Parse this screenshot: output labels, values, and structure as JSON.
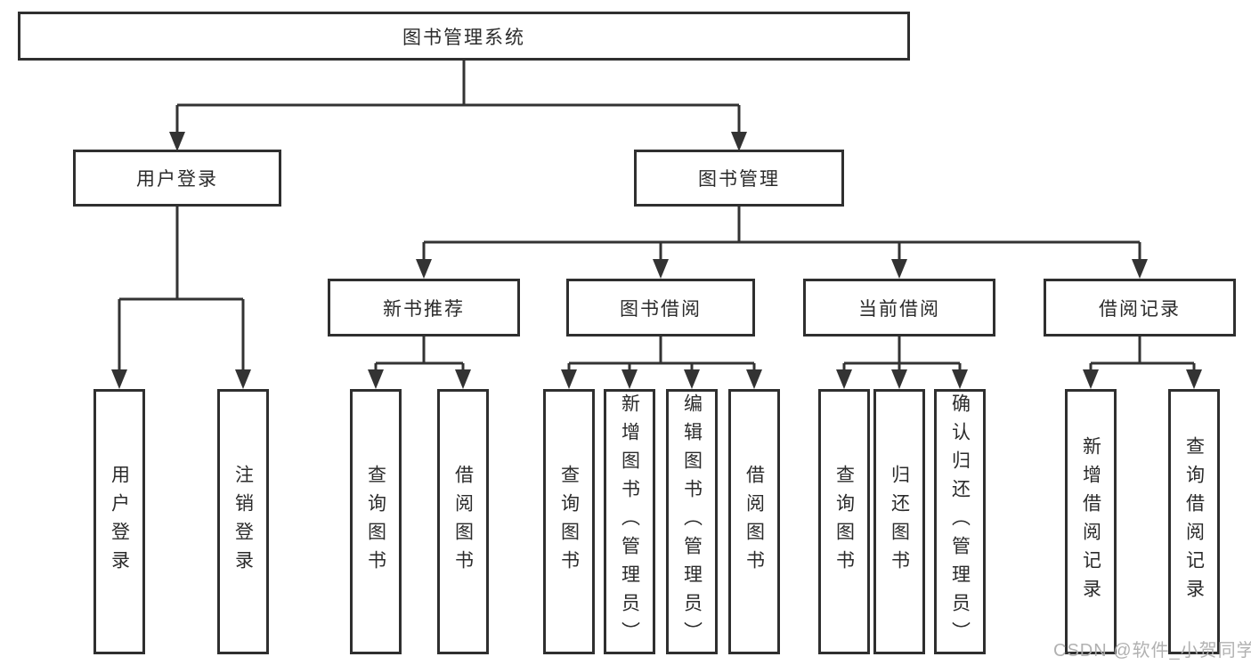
{
  "diagram": {
    "type": "hierarchy-tree",
    "title": "图书管理系统"
  },
  "nodes": {
    "root": {
      "label": "图书管理系统"
    },
    "user_login": {
      "label": "用户登录"
    },
    "book_management": {
      "label": "图书管理"
    },
    "new_book_recommend": {
      "label": "新书推荐"
    },
    "book_borrowing": {
      "label": "图书借阅"
    },
    "current_borrowing": {
      "label": "当前借阅"
    },
    "borrowing_records": {
      "label": "借阅记录"
    },
    "leaf_user_login": {
      "label": "用户登录"
    },
    "leaf_logout": {
      "label": "注销登录"
    },
    "leaf_query_book_recommend": {
      "label": "查询图书"
    },
    "leaf_borrow_book_recommend": {
      "label": "借阅图书"
    },
    "leaf_query_book_borrowing": {
      "label": "查询图书"
    },
    "leaf_add_book": {
      "label": "新增图书（管理员）"
    },
    "leaf_edit_book": {
      "label": "编辑图书（管理员）"
    },
    "leaf_borrow_book_borrowing": {
      "label": "借阅图书"
    },
    "leaf_query_book_current": {
      "label": "查询图书"
    },
    "leaf_return_book": {
      "label": "归还图书"
    },
    "leaf_confirm_return": {
      "label": "确认归还（管理员）"
    },
    "leaf_add_borrow_record": {
      "label": "新增借阅记录"
    },
    "leaf_query_borrow_record": {
      "label": "查询借阅记录"
    }
  },
  "hierarchy": {
    "root": [
      "user_login",
      "book_management"
    ],
    "user_login": [
      "leaf_user_login",
      "leaf_logout"
    ],
    "book_management": [
      "new_book_recommend",
      "book_borrowing",
      "current_borrowing",
      "borrowing_records"
    ],
    "new_book_recommend": [
      "leaf_query_book_recommend",
      "leaf_borrow_book_recommend"
    ],
    "book_borrowing": [
      "leaf_query_book_borrowing",
      "leaf_add_book",
      "leaf_edit_book",
      "leaf_borrow_book_borrowing"
    ],
    "current_borrowing": [
      "leaf_query_book_current",
      "leaf_return_book",
      "leaf_confirm_return"
    ],
    "borrowing_records": [
      "leaf_add_borrow_record",
      "leaf_query_borrow_record"
    ]
  },
  "watermark": {
    "text": "CSDN @软件_小贺同学"
  },
  "colors": {
    "line": "#333333",
    "box_border": "#2f2f2f",
    "text": "#2b2b2b",
    "watermark": "#adadad",
    "background": "#ffffff"
  }
}
